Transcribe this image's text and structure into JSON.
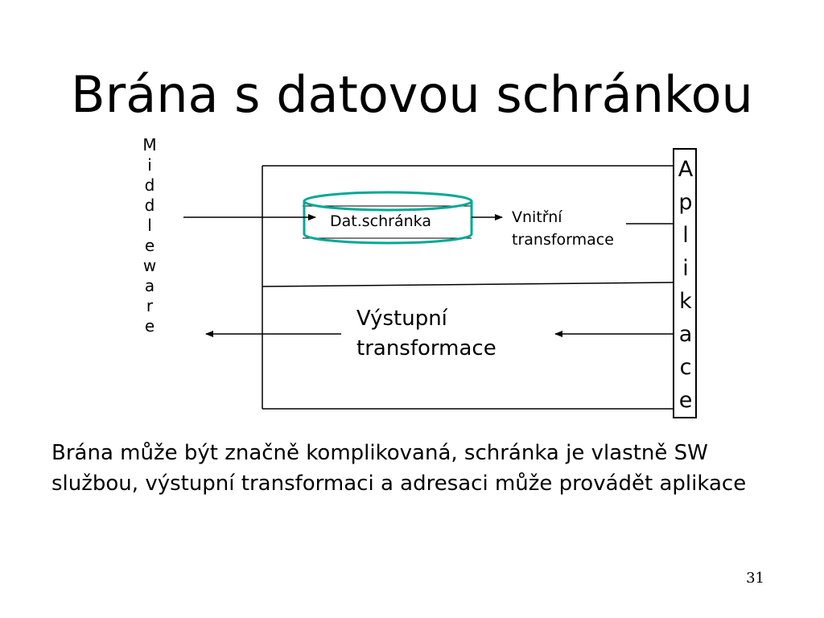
{
  "slide": {
    "title": "Brána s datovou schránkou",
    "page_number": "31",
    "body_text": "Brána může být značně komplikovaná, schránka je vlastně SW službou, výstupní transformaci a adresaci může provádět aplikace"
  },
  "diagram": {
    "middleware_letters": [
      "M",
      "i",
      "d",
      "d",
      "l",
      "e",
      "w",
      "a",
      "r",
      "e"
    ],
    "aplikace_letters": [
      "A",
      "p",
      "l",
      "i",
      "k",
      "a",
      "c",
      "e"
    ],
    "datastore_label": "Dat.schránka",
    "inner_transform": [
      "Vnitřní",
      "transformace"
    ],
    "output_transform": [
      "Výstupní",
      "transformace"
    ],
    "accent_color": "#00a896"
  }
}
